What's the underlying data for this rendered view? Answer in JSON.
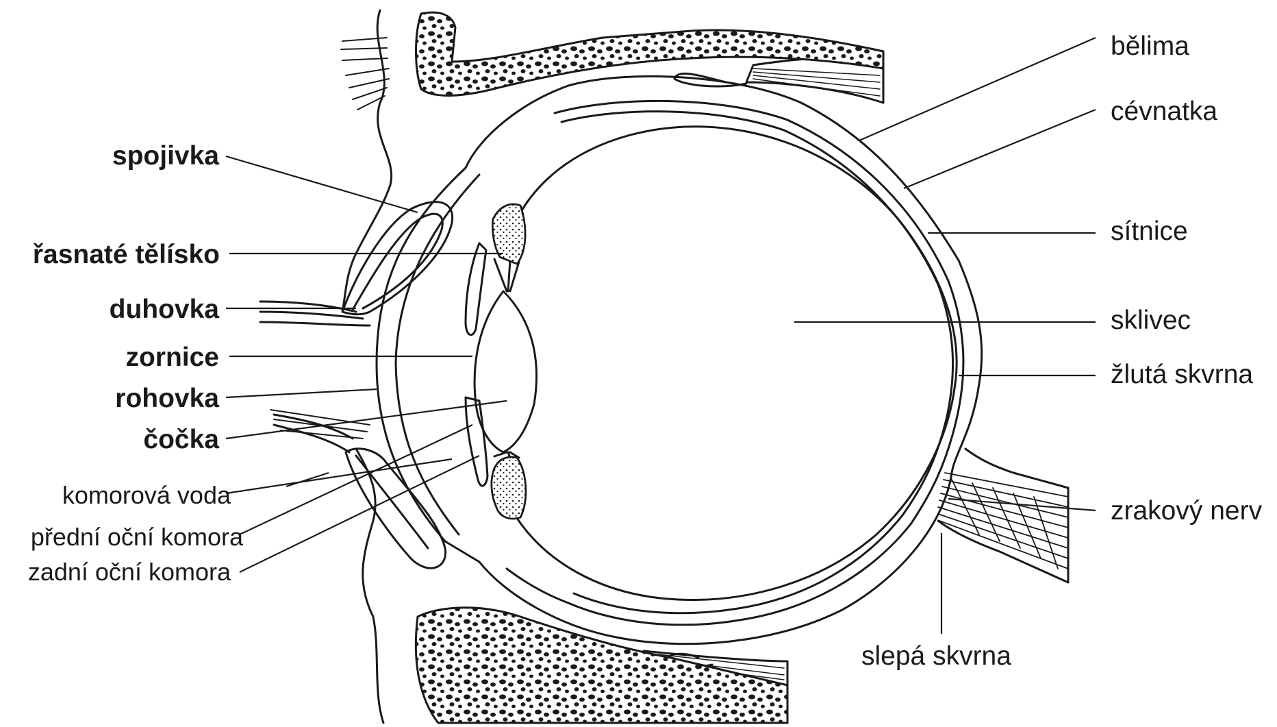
{
  "labels": {
    "left": {
      "spojivka": "spojivka",
      "rasnate_telisko": "řasnaté tělísko",
      "duhovka": "duhovka",
      "zornice": "zornice",
      "rohovka": "rohovka",
      "cocka": "čočka",
      "komorova_voda": "komorová voda",
      "predni_ocni_komora": "přední oční komora",
      "zadni_ocni_komora": "zadní oční komora"
    },
    "right": {
      "belima": "bělima",
      "cevnatka": "cévnatka",
      "sitnice": "sítnice",
      "sklivec": "sklivec",
      "zluta_skvrna": "žlutá skvrna",
      "zrakovy_nerv": "zrakový nerv"
    },
    "bottom": {
      "slepa_skvrna": "slepá skvrna"
    }
  },
  "colors": {
    "ink": "#1a1a1a",
    "background": "#ffffff"
  }
}
